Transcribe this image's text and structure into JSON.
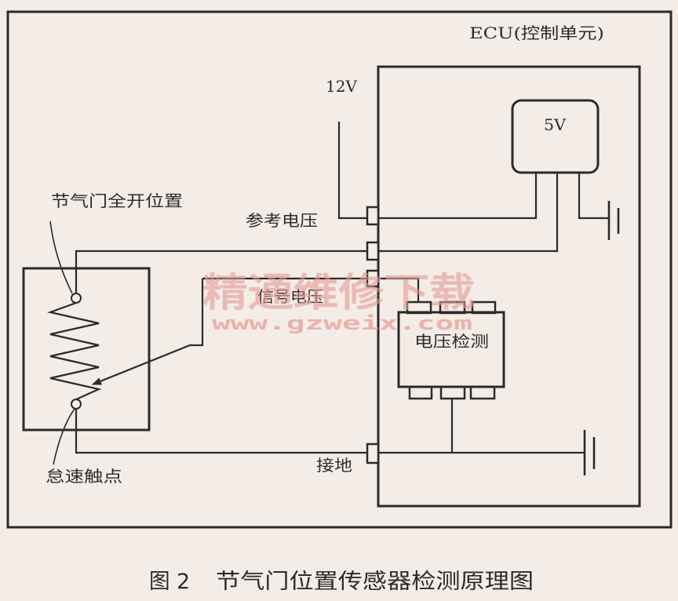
{
  "diagram": {
    "ecu_title": "ECU(控制单元)",
    "supply_voltage": "12V",
    "regulator_voltage": "5V",
    "detector": "电压检测",
    "labels": {
      "full_open": "节气门全开位置",
      "reference_voltage": "参考电压",
      "signal_voltage": "信号电压",
      "ground": "接地",
      "idle_contact": "怠速触点"
    }
  },
  "watermark": {
    "title": "精通维修下载",
    "url": "www.gzweix.com"
  },
  "caption": {
    "number": "图 2",
    "title": "节气门位置传感器检测原理图"
  },
  "colors": {
    "background": "#f4ece6",
    "ink": "#2b2b2b",
    "watermark": "#e49a94"
  }
}
